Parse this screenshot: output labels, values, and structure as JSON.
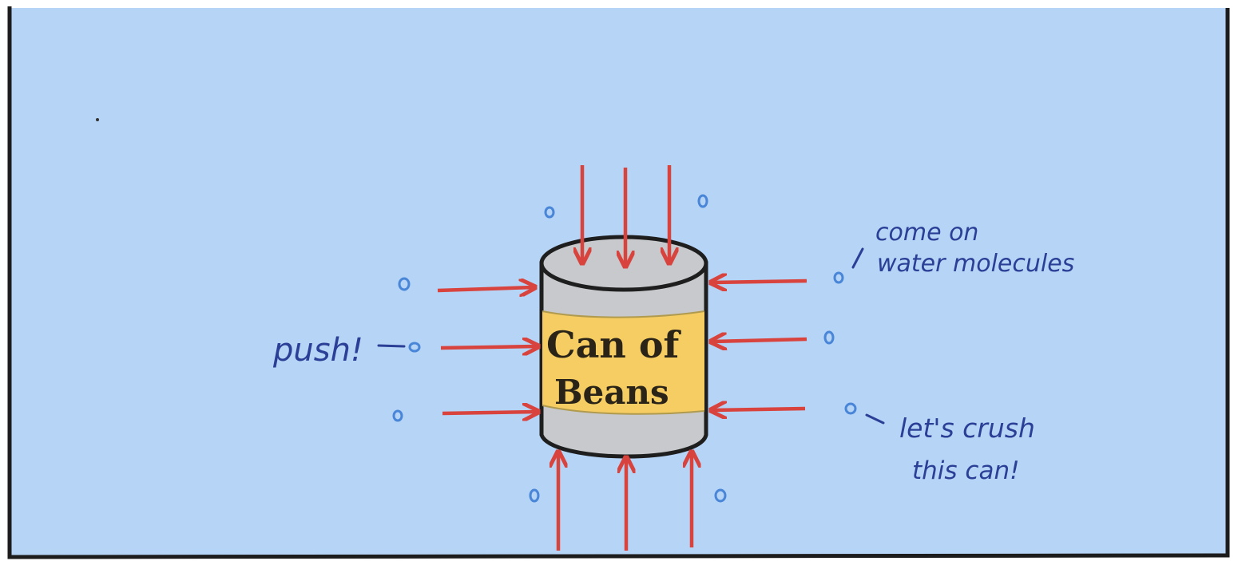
{
  "scene": {
    "background_color": "#b6d4f5",
    "border_color": "#1c1c1c",
    "arrow_color": "#d8433e",
    "molecule_color": "#4a86d8",
    "can": {
      "label_line1": "Can of",
      "label_line2": "Beans",
      "metal_color": "#c7c9cc",
      "label_color": "#f6cd62"
    },
    "captions": {
      "left": "push!",
      "top_right_line1": "come on",
      "top_right_line2": "water molecules",
      "bottom_right_line1": "let's crush",
      "bottom_right_line2": "this can!"
    }
  }
}
